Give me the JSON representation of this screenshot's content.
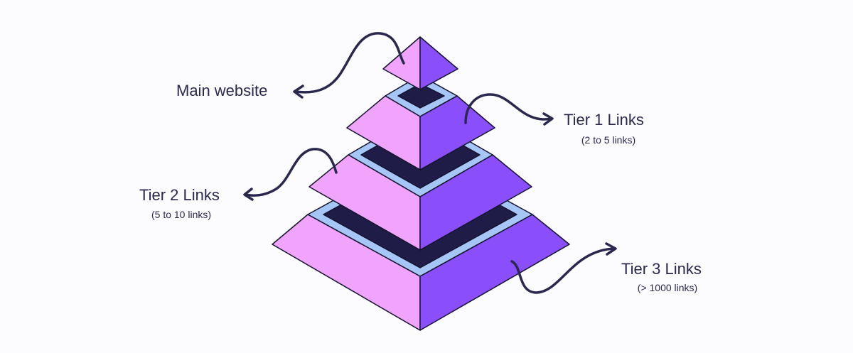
{
  "labels": {
    "main": "Main website",
    "tier1": {
      "title": "Tier 1 Links",
      "sub": "(2 to 5 links)"
    },
    "tier2": {
      "title": "Tier 2 Links",
      "sub": "(5 to 10 links)"
    },
    "tier3": {
      "title": "Tier 3 Links",
      "sub": "(> 1000 links)"
    }
  },
  "colors": {
    "left_face": "#f0a4fb",
    "right_face": "#8a4efb",
    "ring": "#a5c6f6",
    "inner": "#1f1c47",
    "arrow": "#2b2850",
    "outline": "#15132e"
  }
}
